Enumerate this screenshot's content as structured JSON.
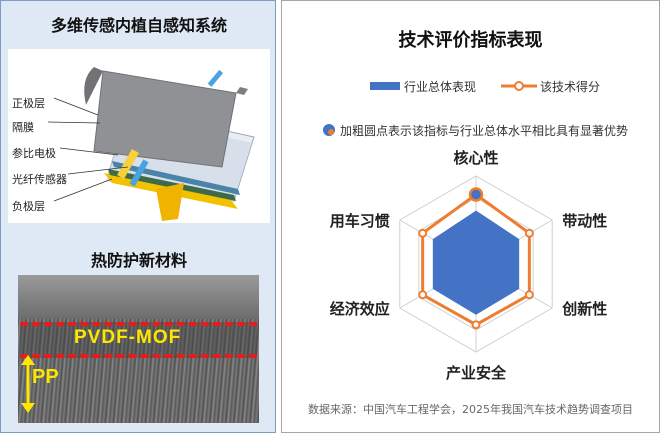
{
  "left": {
    "sensor_title": "多维传感内植自感知系统",
    "layer_labels": [
      "正极层",
      "隔膜",
      "参比电极",
      "光纤传感器",
      "负极层"
    ],
    "material_title": "热防护新材料",
    "pvdf_label": "PVDF-MOF",
    "pp_label": "PP"
  },
  "right": {
    "title": "技术评价指标表现",
    "legend_industry": "行业总体表现",
    "legend_tech": "该技术得分",
    "note": "加粗圆点表示该指标与行业总体水平相比具有显著优势",
    "source": "数据来源：中国汽车工程学会，2025年我国汽车技术趋势调查项目"
  },
  "colors": {
    "industry": "#4472c4",
    "tech": "#ed7d31",
    "grid": "#d0d0d0"
  },
  "chart_data": {
    "type": "radar",
    "axes": [
      "核心性",
      "带动性",
      "创新性",
      "产业安全",
      "经济效应",
      "用车习惯"
    ],
    "series": [
      {
        "name": "行业总体表现",
        "values": [
          60,
          56,
          56,
          57,
          56,
          56
        ]
      },
      {
        "name": "该技术得分",
        "values": [
          79,
          70,
          70,
          69,
          70,
          70
        ]
      }
    ],
    "highlighted_axes": [
      "核心性"
    ],
    "rlim": [
      0,
      100
    ],
    "grid_levels": 4
  }
}
